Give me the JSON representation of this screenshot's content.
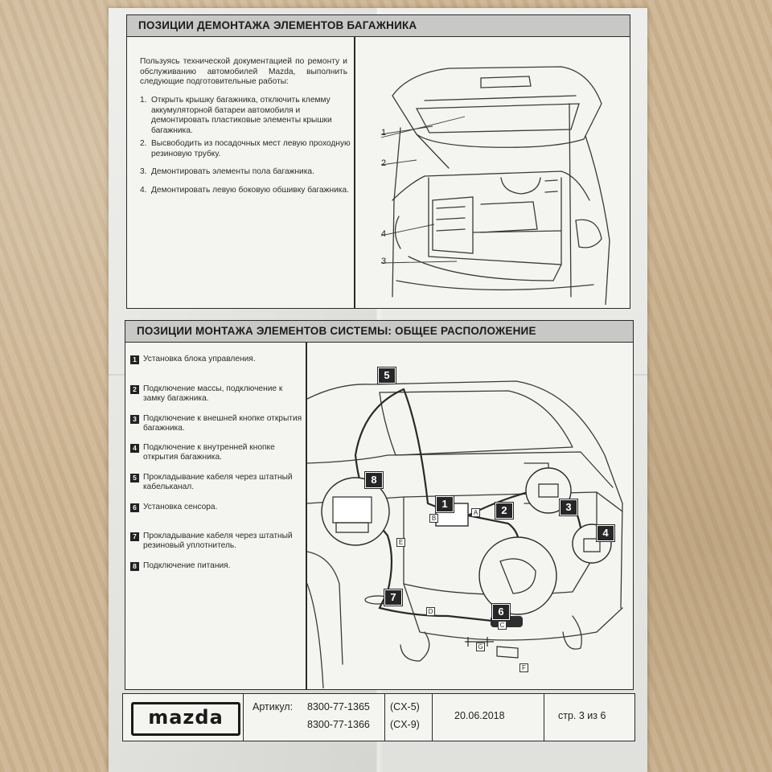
{
  "section1": {
    "title": "ПОЗИЦИИ ДЕМОНТАЖА ЭЛЕМЕНТОВ БАГАЖНИКА",
    "intro": "Пользуясь технической документацией по ремонту и обслуживанию автомобилей Mazda, выполнить следующие подготовительные работы:",
    "steps": [
      {
        "num": "1.",
        "text": "Открыть крышку багажника, отключить клемму аккумуляторной батареи автомобиля и демонтировать пластиковые элементы крышки багажника."
      },
      {
        "num": "2.",
        "text": "Высвободить из посадочных мест левую проходную резиновую трубку."
      },
      {
        "num": "3.",
        "text": "Демонтировать элементы пола багажника."
      },
      {
        "num": "4.",
        "text": "Демонтировать левую боковую обшивку багажника."
      }
    ],
    "callouts": [
      "1",
      "2",
      "4",
      "3"
    ]
  },
  "section2": {
    "title": "ПОЗИЦИИ МОНТАЖА ЭЛЕМЕНТОВ СИСТЕМЫ: ОБЩЕЕ РАСПОЛОЖЕНИЕ",
    "steps": [
      {
        "num": "1",
        "text": "Установка блока управления."
      },
      {
        "num": "2",
        "text": "Подключение массы, подключение к замку багажника."
      },
      {
        "num": "3",
        "text": "Подключение к внешней кнопке открытия багажника."
      },
      {
        "num": "4",
        "text": "Подключение к внутренней кнопке открытия багажника."
      },
      {
        "num": "5",
        "text": "Прокладывание кабеля через штатный кабельканал."
      },
      {
        "num": "6",
        "text": "Установка сенсора."
      },
      {
        "num": "7",
        "text": "Прокладывание кабеля через штатный резиновый уплотнитель."
      },
      {
        "num": "8",
        "text": "Подключение питания."
      }
    ],
    "badges": [
      "5",
      "8",
      "1",
      "2",
      "3",
      "4",
      "7",
      "6"
    ],
    "letters": [
      "A",
      "B",
      "E",
      "D",
      "C",
      "G",
      "F"
    ]
  },
  "footer": {
    "logo": "mazda",
    "article_label": "Артикул:",
    "article_1": "8300-77-1365",
    "article_2": "8300-77-1366",
    "model_1": "(CX-5)",
    "model_2": "(CX-9)",
    "date": "20.06.2018",
    "page": "стр. 3 из 6"
  }
}
